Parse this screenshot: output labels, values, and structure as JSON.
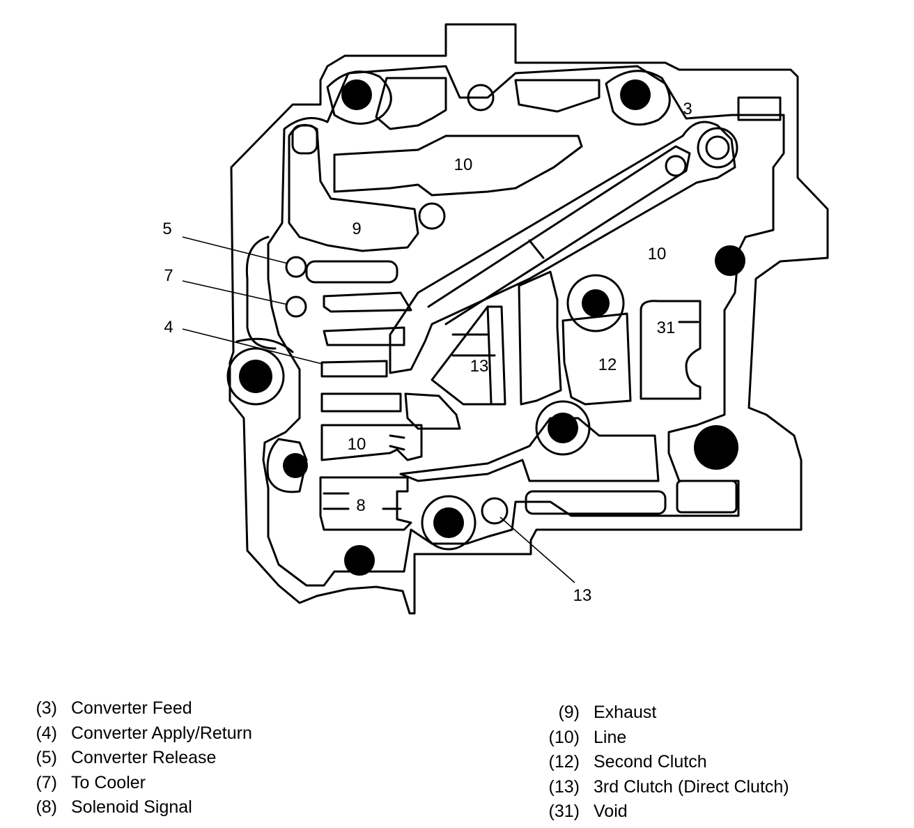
{
  "diagram_labels": [
    {
      "id": "cav-3",
      "text": "3"
    },
    {
      "id": "cav-10-top",
      "text": "10"
    },
    {
      "id": "cav-9",
      "text": "9"
    },
    {
      "id": "cav-10-right",
      "text": "10"
    },
    {
      "id": "cav-31",
      "text": "31"
    },
    {
      "id": "cav-13-mid",
      "text": "13"
    },
    {
      "id": "cav-12",
      "text": "12"
    },
    {
      "id": "cav-10-low",
      "text": "10"
    },
    {
      "id": "cav-8",
      "text": "8"
    }
  ],
  "callouts": [
    {
      "id": "callout-5",
      "text": "5"
    },
    {
      "id": "callout-7",
      "text": "7"
    },
    {
      "id": "callout-4",
      "text": "4"
    },
    {
      "id": "callout-13",
      "text": "13"
    }
  ],
  "legend": {
    "left": [
      {
        "num": "(3)",
        "desc": "Converter Feed"
      },
      {
        "num": "(4)",
        "desc": "Converter Apply/Return"
      },
      {
        "num": "(5)",
        "desc": "Converter Release"
      },
      {
        "num": "(7)",
        "desc": "To Cooler"
      },
      {
        "num": "(8)",
        "desc": "Solenoid Signal"
      }
    ],
    "right": [
      {
        "num": "(9)",
        "desc": "Exhaust"
      },
      {
        "num": "(10)",
        "desc": "Line"
      },
      {
        "num": "(12)",
        "desc": "Second Clutch"
      },
      {
        "num": "(13)",
        "desc": "3rd Clutch (Direct Clutch)"
      },
      {
        "num": "(31)",
        "desc": "Void"
      }
    ]
  },
  "colors": {
    "ink": "#000000",
    "paper": "#ffffff"
  }
}
